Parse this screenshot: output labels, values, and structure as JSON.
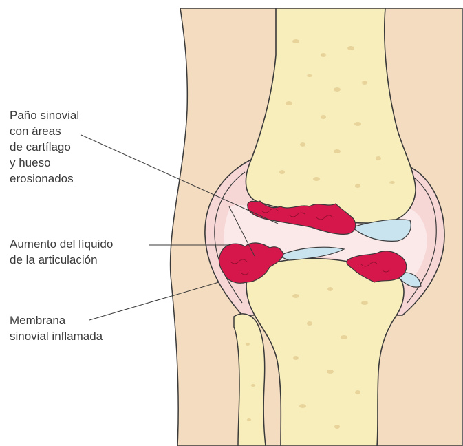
{
  "labels": {
    "pannus": {
      "lines": [
        "Paño sinovial",
        "con áreas",
        "de cartílago",
        "y hueso",
        "erosionados"
      ]
    },
    "fluid": {
      "lines": [
        "Aumento del líquido",
        "de la articulación"
      ]
    },
    "membrane": {
      "lines": [
        "Membrana",
        "sinovial inflamada"
      ]
    }
  },
  "colors": {
    "skin": "#f4dcc0",
    "bone": "#f8eebc",
    "bone_spots": "#e8d49a",
    "capsule_fluid": "#f7d6d6",
    "fluid_light": "#fbe9e9",
    "pannus": "#d6174b",
    "cartilage": "#c9e3ef",
    "outline": "#3a3a3a",
    "background": "#ffffff"
  }
}
